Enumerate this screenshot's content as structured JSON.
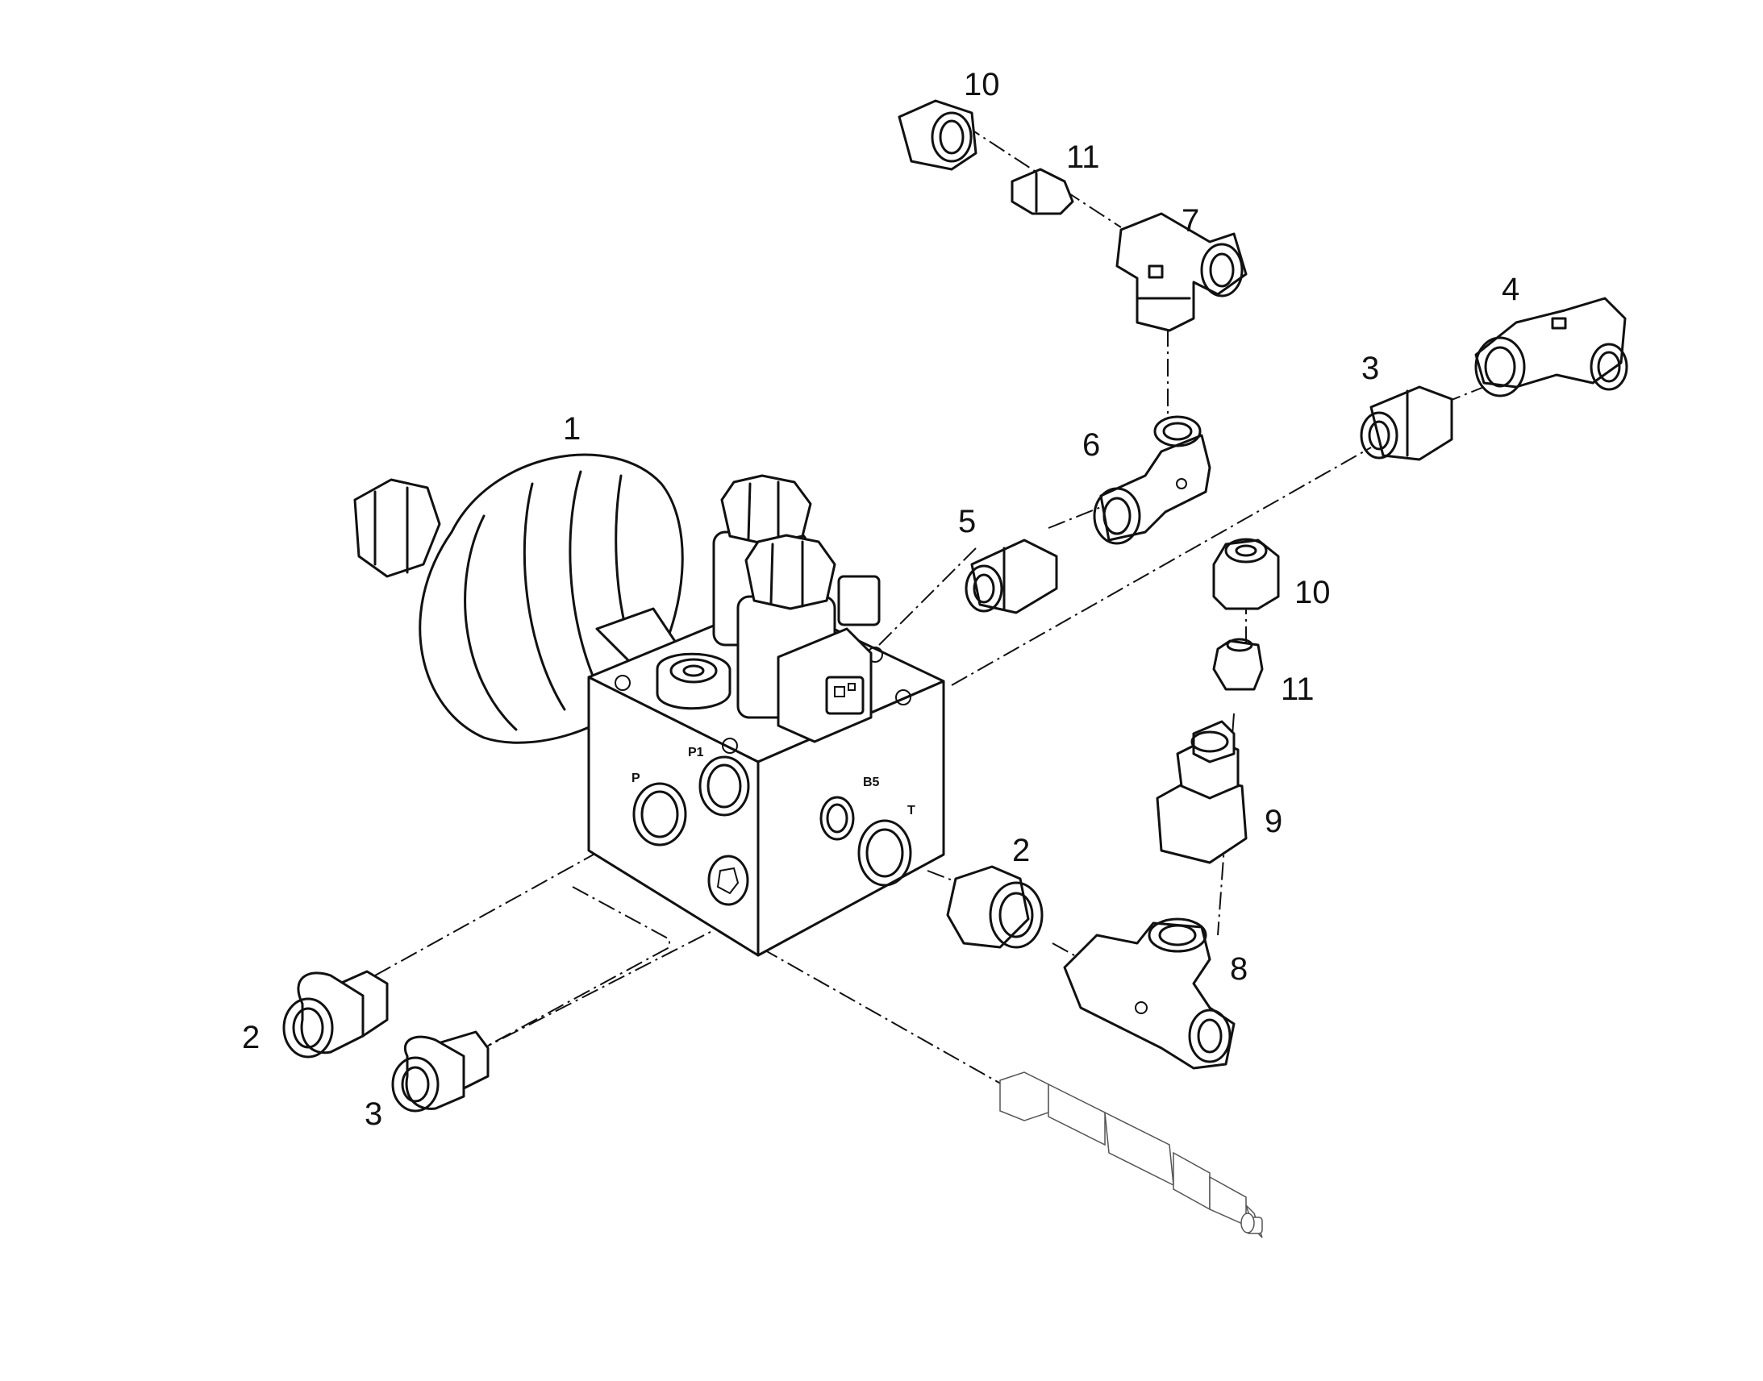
{
  "callouts": {
    "c1": "1",
    "c2_left": "2",
    "c2_right": "2",
    "c3_left": "3",
    "c3_top": "3",
    "c4": "4",
    "c5": "5",
    "c6": "6",
    "c7": "7",
    "c8": "8",
    "c9": "9",
    "c10_top": "10",
    "c10_right": "10",
    "c11_top": "11",
    "c11_right": "11"
  },
  "ports": {
    "p": "P",
    "p1": "P1",
    "b5": "B5",
    "t": "T"
  },
  "colors": {
    "line": "#111111",
    "background": "#ffffff"
  }
}
